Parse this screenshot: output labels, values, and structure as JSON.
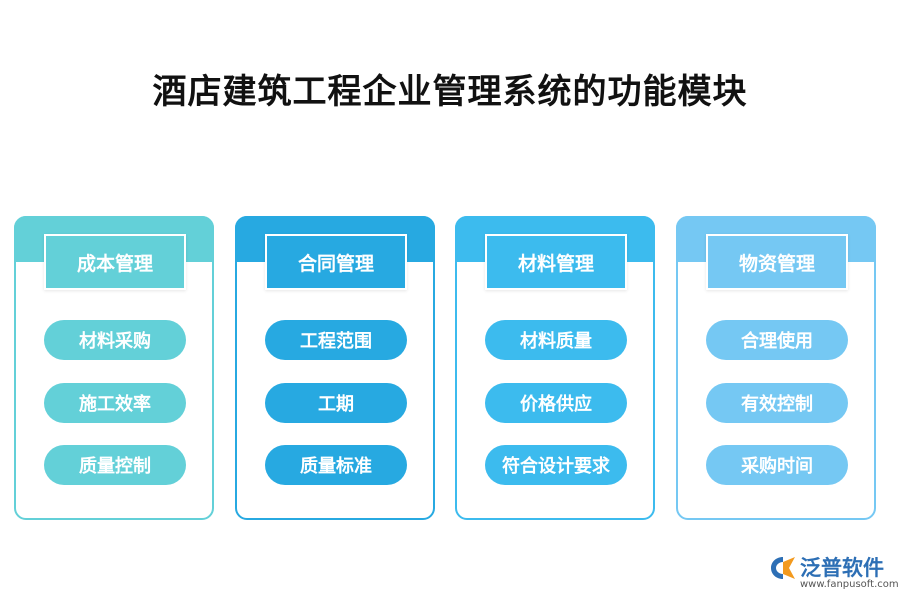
{
  "title": "酒店建筑工程企业管理系统的功能模块",
  "modules": [
    {
      "header": "成本管理",
      "color": "#63d0d8",
      "items": [
        "材料采购",
        "施工效率",
        "质量控制"
      ]
    },
    {
      "header": "合同管理",
      "color": "#27a9e1",
      "items": [
        "工程范围",
        "工期",
        "质量标准"
      ]
    },
    {
      "header": "材料管理",
      "color": "#3cbbee",
      "items": [
        "材料质量",
        "价格供应",
        "符合设计要求"
      ]
    },
    {
      "header": "物资管理",
      "color": "#75c8f3",
      "items": [
        "合理使用",
        "有效控制",
        "采购时间"
      ]
    }
  ],
  "logo": {
    "name": "泛普软件",
    "url": "www.fanpusoft.com",
    "icon": "fanpu-logo-icon",
    "colors": {
      "blue": "#2d6fb5",
      "orange": "#f39a1e"
    }
  }
}
